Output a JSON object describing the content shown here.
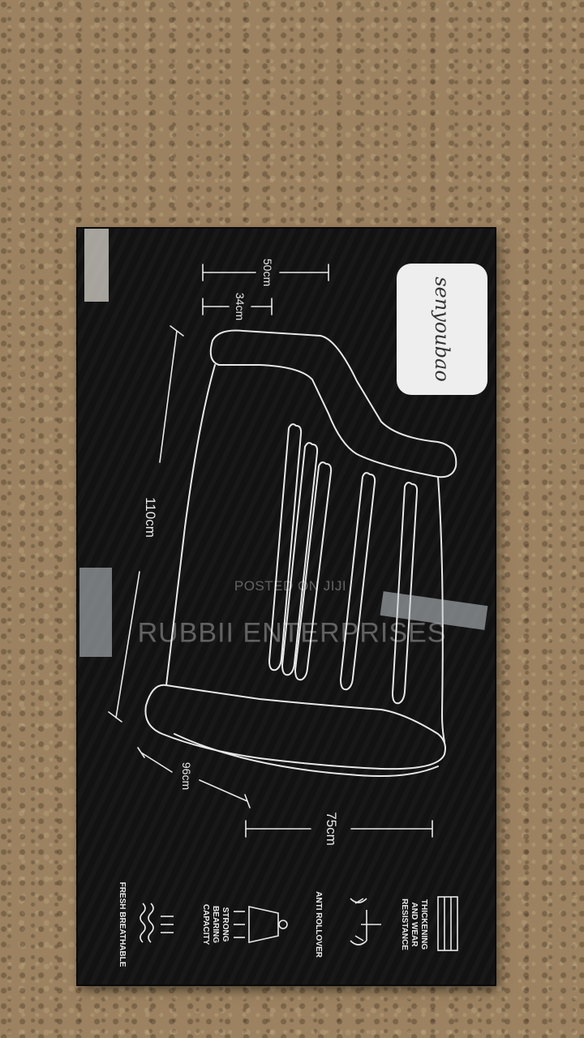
{
  "brand": {
    "logo_text": "senyoubao"
  },
  "dimensions": {
    "top_depth": "50cm",
    "seat_depth": "34cm",
    "length": "110cm",
    "arm_width": "96cm",
    "height": "75cm"
  },
  "features": [
    {
      "label": "THICKENING AND WEAR RESISTANCE",
      "icon": "layers-icon"
    },
    {
      "label": "ANTI ROLLOVER",
      "icon": "balance-scale-icon"
    },
    {
      "label": "STRONG BEARING CAPACITY",
      "icon": "kg-weight-icon"
    },
    {
      "label": "FRESH BREATHABLE",
      "icon": "airflow-icon"
    }
  ],
  "watermark": {
    "line1": "POSTED ON JIJI",
    "line2": "RUBBII ENTERPRISES"
  },
  "colors": {
    "box": "#121212",
    "print": "#e8e8e8",
    "logo_panel": "#eeeeee",
    "background": "#9c8260"
  }
}
